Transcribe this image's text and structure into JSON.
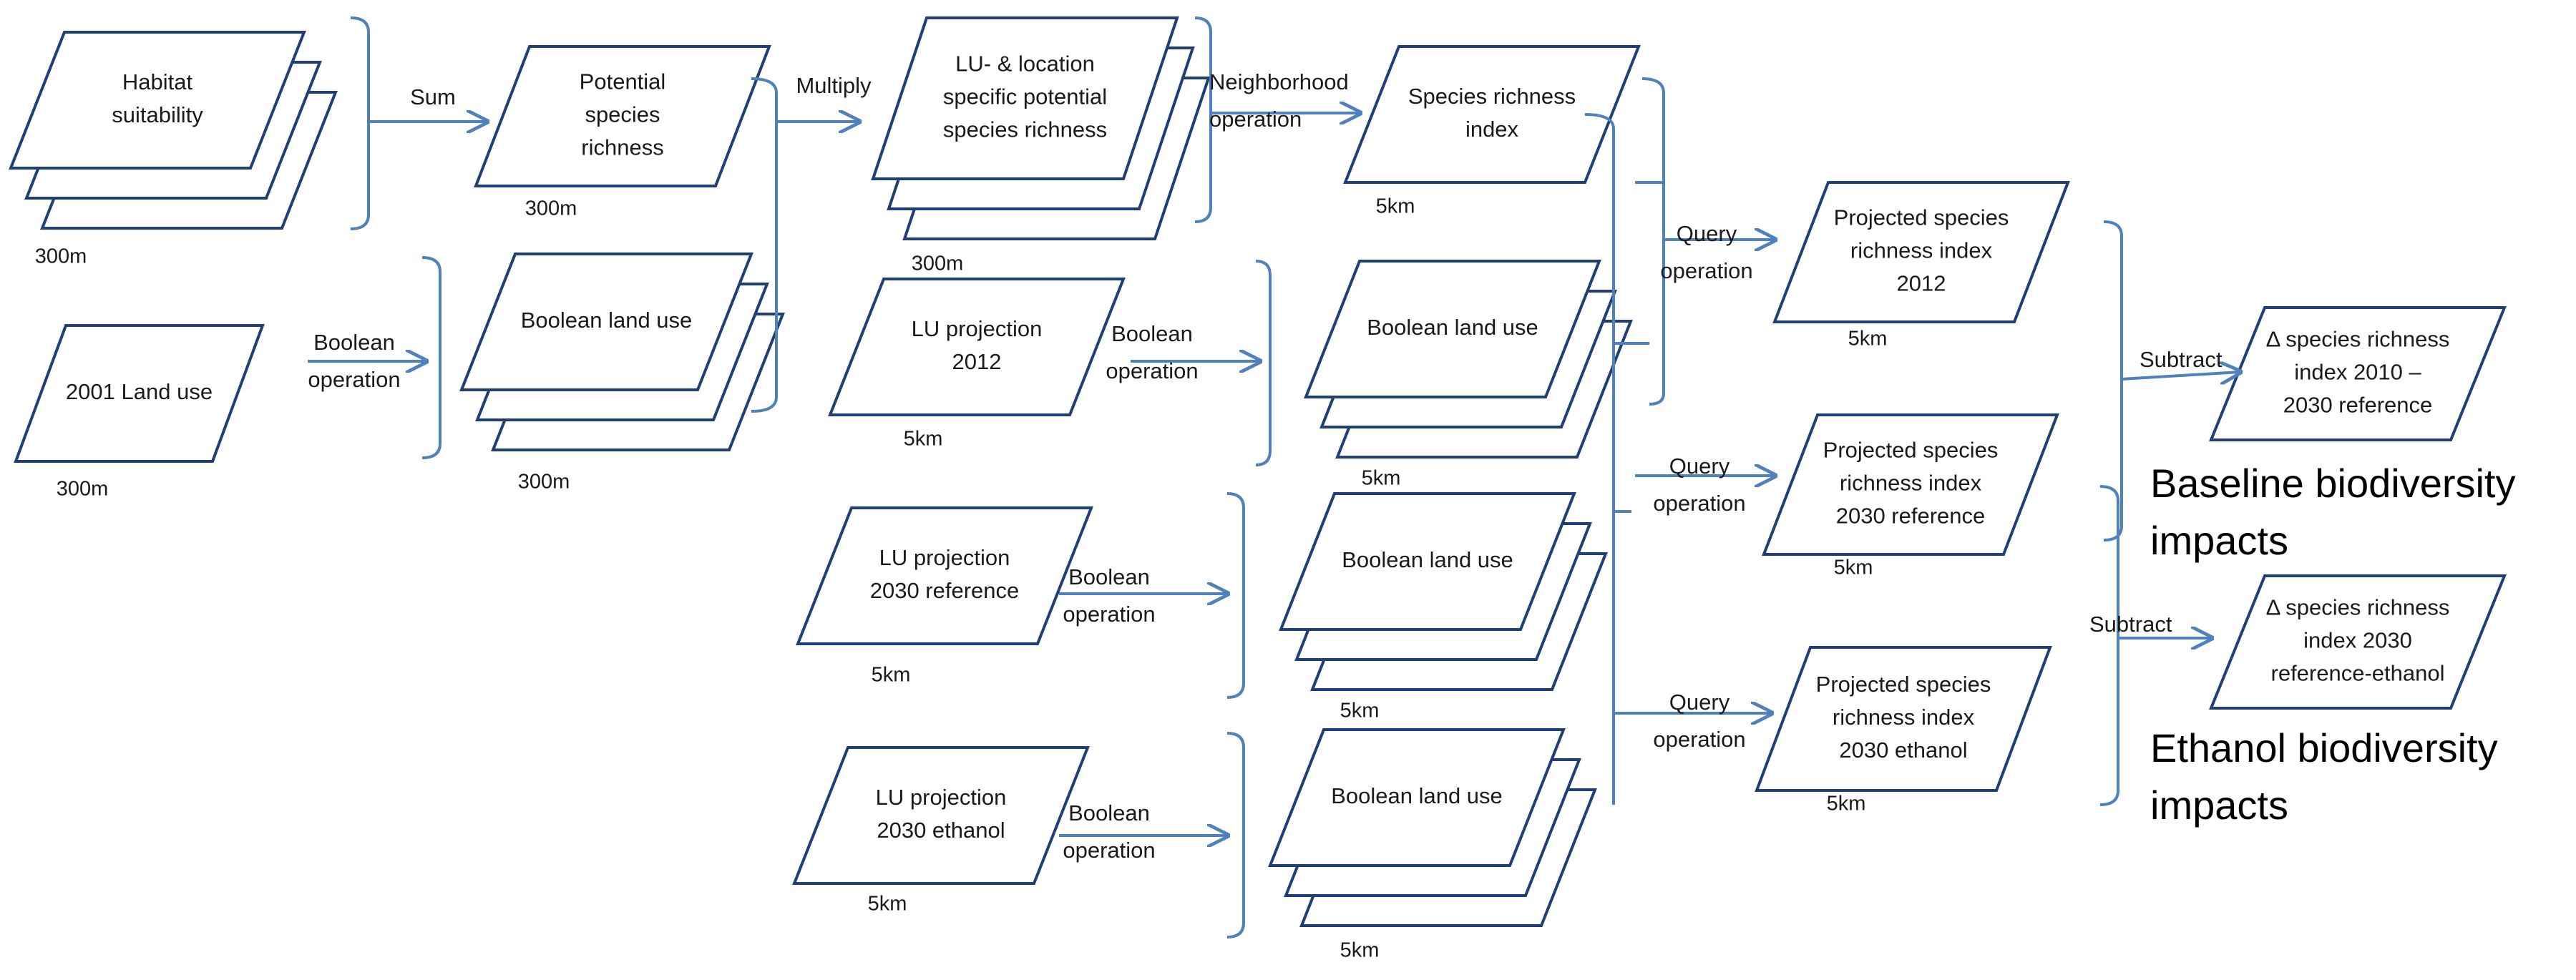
{
  "nodes": {
    "habitat": {
      "lines": [
        "Habitat",
        "suitability"
      ],
      "resolution": "300m"
    },
    "potential": {
      "lines": [
        "Potential",
        "species",
        "richness"
      ],
      "resolution": "300m"
    },
    "lu_location": {
      "lines": [
        "LU- & location",
        "specific potential",
        "species richness"
      ],
      "resolution": "300m"
    },
    "sri": {
      "lines": [
        "Species richness",
        "index"
      ],
      "resolution": "5km"
    },
    "land2001": {
      "lines": [
        "2001 Land use"
      ],
      "resolution": "300m"
    },
    "bool1": {
      "lines": [
        "Boolean land use"
      ],
      "resolution": "300m"
    },
    "lu2012": {
      "lines": [
        "LU projection",
        "2012"
      ],
      "resolution": "5km"
    },
    "bool2": {
      "lines": [
        "Boolean land use"
      ],
      "resolution": "5km"
    },
    "lu2030ref": {
      "lines": [
        "LU projection",
        "2030 reference"
      ],
      "resolution": "5km"
    },
    "bool3": {
      "lines": [
        "Boolean land use"
      ],
      "resolution": "5km"
    },
    "lu2030eth": {
      "lines": [
        "LU projection",
        "2030 ethanol"
      ],
      "resolution": "5km"
    },
    "bool4": {
      "lines": [
        "Boolean land use"
      ],
      "resolution": "5km"
    },
    "proj2012": {
      "lines": [
        "Projected species",
        "richness index",
        "2012"
      ],
      "resolution": "5km"
    },
    "proj2030ref": {
      "lines": [
        "Projected species",
        "richness index",
        "2030 reference"
      ],
      "resolution": "5km"
    },
    "proj2030eth": {
      "lines": [
        "Projected species",
        "richness index",
        "2030 ethanol"
      ],
      "resolution": "5km"
    },
    "delta1": {
      "lines": [
        "Δ species richness",
        "index 2010 –",
        "2030 reference"
      ]
    },
    "delta2": {
      "lines": [
        "Δ species richness",
        "index 2030",
        "reference-ethanol"
      ]
    }
  },
  "operations": {
    "sum": [
      "Sum"
    ],
    "multiply": [
      "Multiply"
    ],
    "neighborhood": [
      "Neighborhood",
      "operation"
    ],
    "boolean1": [
      "Boolean",
      "operation"
    ],
    "boolean2": [
      "Boolean",
      "operation"
    ],
    "boolean3": [
      "Boolean",
      "operation"
    ],
    "boolean4": [
      "Boolean",
      "operation"
    ],
    "query1": [
      "Query",
      "operation"
    ],
    "query2": [
      "Query",
      "operation"
    ],
    "query3": [
      "Query",
      "operation"
    ],
    "subtract1": [
      "Subtract"
    ],
    "subtract2": [
      "Subtract"
    ]
  },
  "impacts": {
    "baseline": [
      "Baseline biodiversity",
      "impacts"
    ],
    "ethanol": [
      "Ethanol biodiversity",
      "impacts"
    ]
  },
  "colors": {
    "shape_border": "#1f3f76",
    "arrow": "#4f81bd",
    "text": "#1a1a1a"
  }
}
